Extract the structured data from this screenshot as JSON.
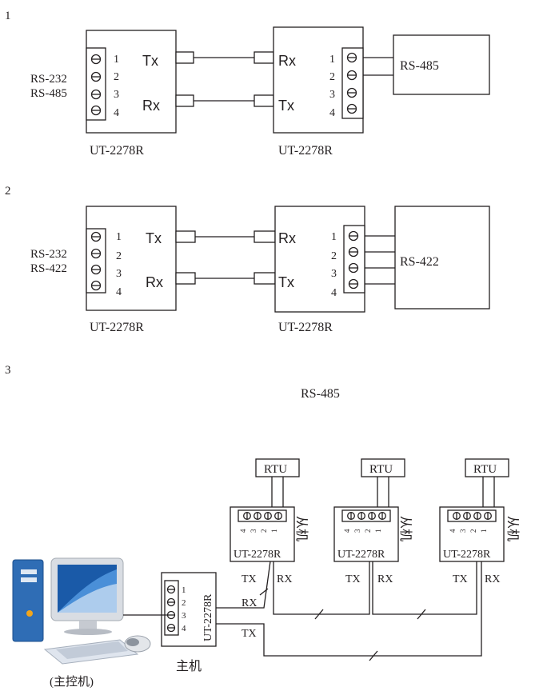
{
  "figures": [
    {
      "number": "1",
      "left_labels": [
        "RS-232",
        "RS-485"
      ],
      "left_pins": [
        "1",
        "2",
        "3",
        "4"
      ],
      "left_ports": [
        "Tx",
        "Rx"
      ],
      "right_ports": [
        "Rx",
        "Tx"
      ],
      "right_pins": [
        "1",
        "2",
        "3",
        "4"
      ],
      "device_label": "RS-485",
      "left_caption": "UT-2278R",
      "right_caption": "UT-2278R"
    },
    {
      "number": "2",
      "left_labels": [
        "RS-232",
        "RS-422"
      ],
      "left_pins": [
        "1",
        "2",
        "3",
        "4"
      ],
      "left_ports": [
        "Tx",
        "Rx"
      ],
      "right_ports": [
        "Rx",
        "Tx"
      ],
      "right_pins": [
        "1",
        "2",
        "3",
        "4"
      ],
      "device_label": "RS-422",
      "left_caption": "UT-2278R",
      "right_caption": "UT-2278R"
    }
  ],
  "figure3": {
    "number": "3",
    "bus_label": "RS-485",
    "pc_label": "(主控机)",
    "master_label": "主机",
    "master_module": "UT-2278R",
    "master_pins": [
      "1",
      "2",
      "3",
      "4"
    ],
    "rx_label": "RX",
    "tx_label": "TX",
    "slaves": [
      {
        "rtu": "RTU",
        "module": "UT-2278R",
        "role": "从机",
        "pins": [
          "4",
          "3",
          "2",
          "1"
        ],
        "tx": "TX",
        "rx": "RX"
      },
      {
        "rtu": "RTU",
        "module": "UT-2278R",
        "role": "从机",
        "pins": [
          "4",
          "3",
          "2",
          "1"
        ],
        "tx": "TX",
        "rx": "RX"
      },
      {
        "rtu": "RTU",
        "module": "UT-2278R",
        "role": "从机",
        "pins": [
          "4",
          "3",
          "2",
          "1"
        ],
        "tx": "TX",
        "rx": "RX"
      }
    ]
  }
}
